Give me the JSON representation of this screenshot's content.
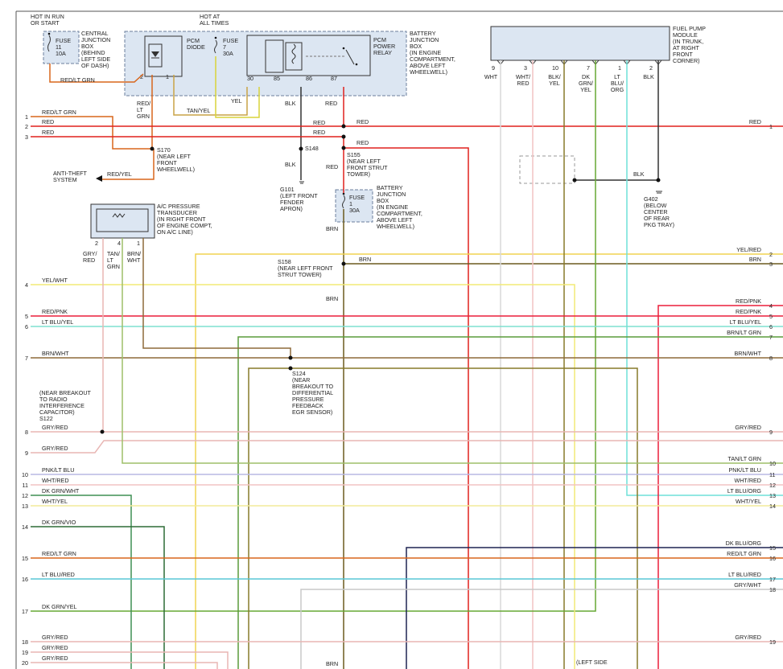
{
  "colors": {
    "red": "#e0211d",
    "red_ltgrn": "#d8661c",
    "tan_yel": "#c9a446",
    "yel": "#d8d43a",
    "blk": "#333333",
    "brn": "#6b5a1e",
    "yel_red": "#f0d350",
    "yel_wht": "#f2ea76",
    "red_pnk": "#ec1f3a",
    "ltblu_yel": "#7ee0d0",
    "dkgrn_ltgrn": "#5a9c3a",
    "brn_wht": "#8d6a3a",
    "gry_red": "#e8b6b4",
    "tan_ltgrn": "#9dbf69",
    "pnk_ltblu": "#b9b8e4",
    "wht_red": "#f2c3c3",
    "ltblu_org": "#6ee1d9",
    "wht_yel": "#f2ec9a",
    "dkgrn_vio": "#2d6b36",
    "dkblu_org": "#1e2352",
    "ltblu_red": "#58c7d6",
    "gry_wht": "#c8c8c8",
    "dkgrn_yel": "#66a833",
    "wht": "#d8d8d8",
    "blk_yel": "#877a2a",
    "dkgrn_wht": "#3e8f54"
  },
  "labels": {
    "hot_run_start": "HOT IN RUN\nOR START",
    "hot_all_times": "HOT AT\nALL TIMES",
    "fuse11": "FUSE\n11\n10A",
    "cjb": "CENTRAL\nJUNCTION\nBOX\n(BEHIND\nLEFT SIDE\nOF DASH)",
    "pcm_diode": "PCM\nDIODE",
    "fuse7": "FUSE\n7\n30A",
    "pcm_relay": "PCM\nPOWER\nRELAY",
    "bjb": "BATTERY\nJUNCTION\nBOX\n(IN ENGINE\nCOMPARTMENT,\nABOVE LEFT\nWHEELWELL)",
    "fuel_pump": "FUEL PUMP\nMODULE\n(IN TRUNK,\nAT RIGHT\nFRONT\nCORNER)",
    "pin_2": "2",
    "pin_1": "1",
    "pin_30": "30",
    "pin_85": "85",
    "pin_86": "86",
    "pin_87": "87",
    "fp_pins": [
      "9",
      "3",
      "10",
      "7",
      "1",
      "2"
    ],
    "fp_wires": [
      "WHT",
      "WHT/\nRED",
      "BLK/\nYEL",
      "DK\nGRN/\nYEL",
      "LT\nBLU/\nORG",
      "BLK"
    ],
    "red_ltgrn": "RED/LT GRN",
    "red_ltgrn_v": "RED/\nLT\nGRN",
    "tan_yel": "TAN/YEL",
    "yel": "YEL",
    "blk": "BLK",
    "red": "RED",
    "red_yel": "RED/YEL",
    "s170": "S170\n(NEAR LEFT\nFRONT\nWHEELWELL)",
    "anti_theft": "ANTI-THEFT\nSYSTEM",
    "s148": "S148",
    "g101": "G101\n(LEFT FRONT\nFENDER\nAPRON)",
    "s155": "S155\n(NEAR LEFT\nFRONT STRUT\nTOWER)",
    "fuse1": "FUSE\n1\n30A",
    "bjb2": "BATTERY\nJUNCTION\nBOX\n(IN ENGINE\nCOMPARTMENT,\nABOVE LEFT\nWHEELWELL)",
    "brn": "BRN",
    "g402": "G402\n(BELOW\nCENTER\nOF REAR\nPKG TRAY)",
    "ac_transducer": "A/C PRESSURE\nTRANSDUCER\n(IN RIGHT FRONT\nOF ENGINE COMPT,\nON A/C LINE)",
    "ac_pins": [
      "2",
      "4",
      "1"
    ],
    "gry_red_v": "GRY/\nRED",
    "tan_ltgrn_v": "TAN/\nLT\nGRN",
    "brn_wht_v": "BRN/\nWHT",
    "s158": "S158\n(NEAR LEFT FRONT\nSTRUT TOWER)",
    "s124": "S124\n(NEAR\nBREAKOUT TO\nDIFFERENTIAL\nPRESSURE\nFEEDBACK\nEGR SENSOR)",
    "s122": "(NEAR BREAKOUT\nTO RADIO\nINTERFERENCE\nCAPACITOR)\nS122",
    "left_side": "(LEFT SIDE"
  },
  "left_rows": [
    {
      "num": "1",
      "label": "RED/LT GRN"
    },
    {
      "num": "2",
      "label": "RED"
    },
    {
      "num": "3",
      "label": "RED"
    },
    {
      "num": "4",
      "label": "YEL/WHT"
    },
    {
      "num": "5",
      "label": "RED/PNK"
    },
    {
      "num": "6",
      "label": "LT BLU/YEL"
    },
    {
      "num": "7",
      "label": "BRN/WHT"
    },
    {
      "num": "8",
      "label": "GRY/RED"
    },
    {
      "num": "9",
      "label": "GRY/RED"
    },
    {
      "num": "10",
      "label": "PNK/LT BLU"
    },
    {
      "num": "11",
      "label": "WHT/RED"
    },
    {
      "num": "12",
      "label": "DK GRN/WHT"
    },
    {
      "num": "13",
      "label": "WHT/YEL"
    },
    {
      "num": "14",
      "label": "DK GRN/VIO"
    },
    {
      "num": "15",
      "label": "RED/LT GRN"
    },
    {
      "num": "16",
      "label": "LT BLU/RED"
    },
    {
      "num": "17",
      "label": "DK GRN/YEL"
    },
    {
      "num": "18",
      "label": "GRY/RED"
    },
    {
      "num": "19",
      "label": "GRY/RED"
    },
    {
      "num": "20",
      "label": "GRY/RED"
    }
  ],
  "right_rows": [
    {
      "num": "1",
      "label": "RED"
    },
    {
      "num": "2",
      "label": "YEL/RED"
    },
    {
      "num": "3",
      "label": "BRN"
    },
    {
      "num": "4",
      "label": "RED/PNK"
    },
    {
      "num": "5",
      "label": "RED/PNK"
    },
    {
      "num": "6",
      "label": "LT BLU/YEL"
    },
    {
      "num": "7",
      "label": "BRN/LT GRN"
    },
    {
      "num": "8",
      "label": "BRN/WHT"
    },
    {
      "num": "9",
      "label": "GRY/RED"
    },
    {
      "num": "10",
      "label": "TAN/LT GRN"
    },
    {
      "num": "11",
      "label": "PNK/LT BLU"
    },
    {
      "num": "12",
      "label": "WHT/RED"
    },
    {
      "num": "13",
      "label": "LT BLU/ORG"
    },
    {
      "num": "14",
      "label": "WHT/YEL"
    },
    {
      "num": "15",
      "label": "DK BLU/ORG"
    },
    {
      "num": "16",
      "label": "RED/LT GRN"
    },
    {
      "num": "17",
      "label": "LT BLU/RED"
    },
    {
      "num": "18",
      "label": "GRY/WHT"
    },
    {
      "num": "19",
      "label": "GRY/RED"
    }
  ]
}
